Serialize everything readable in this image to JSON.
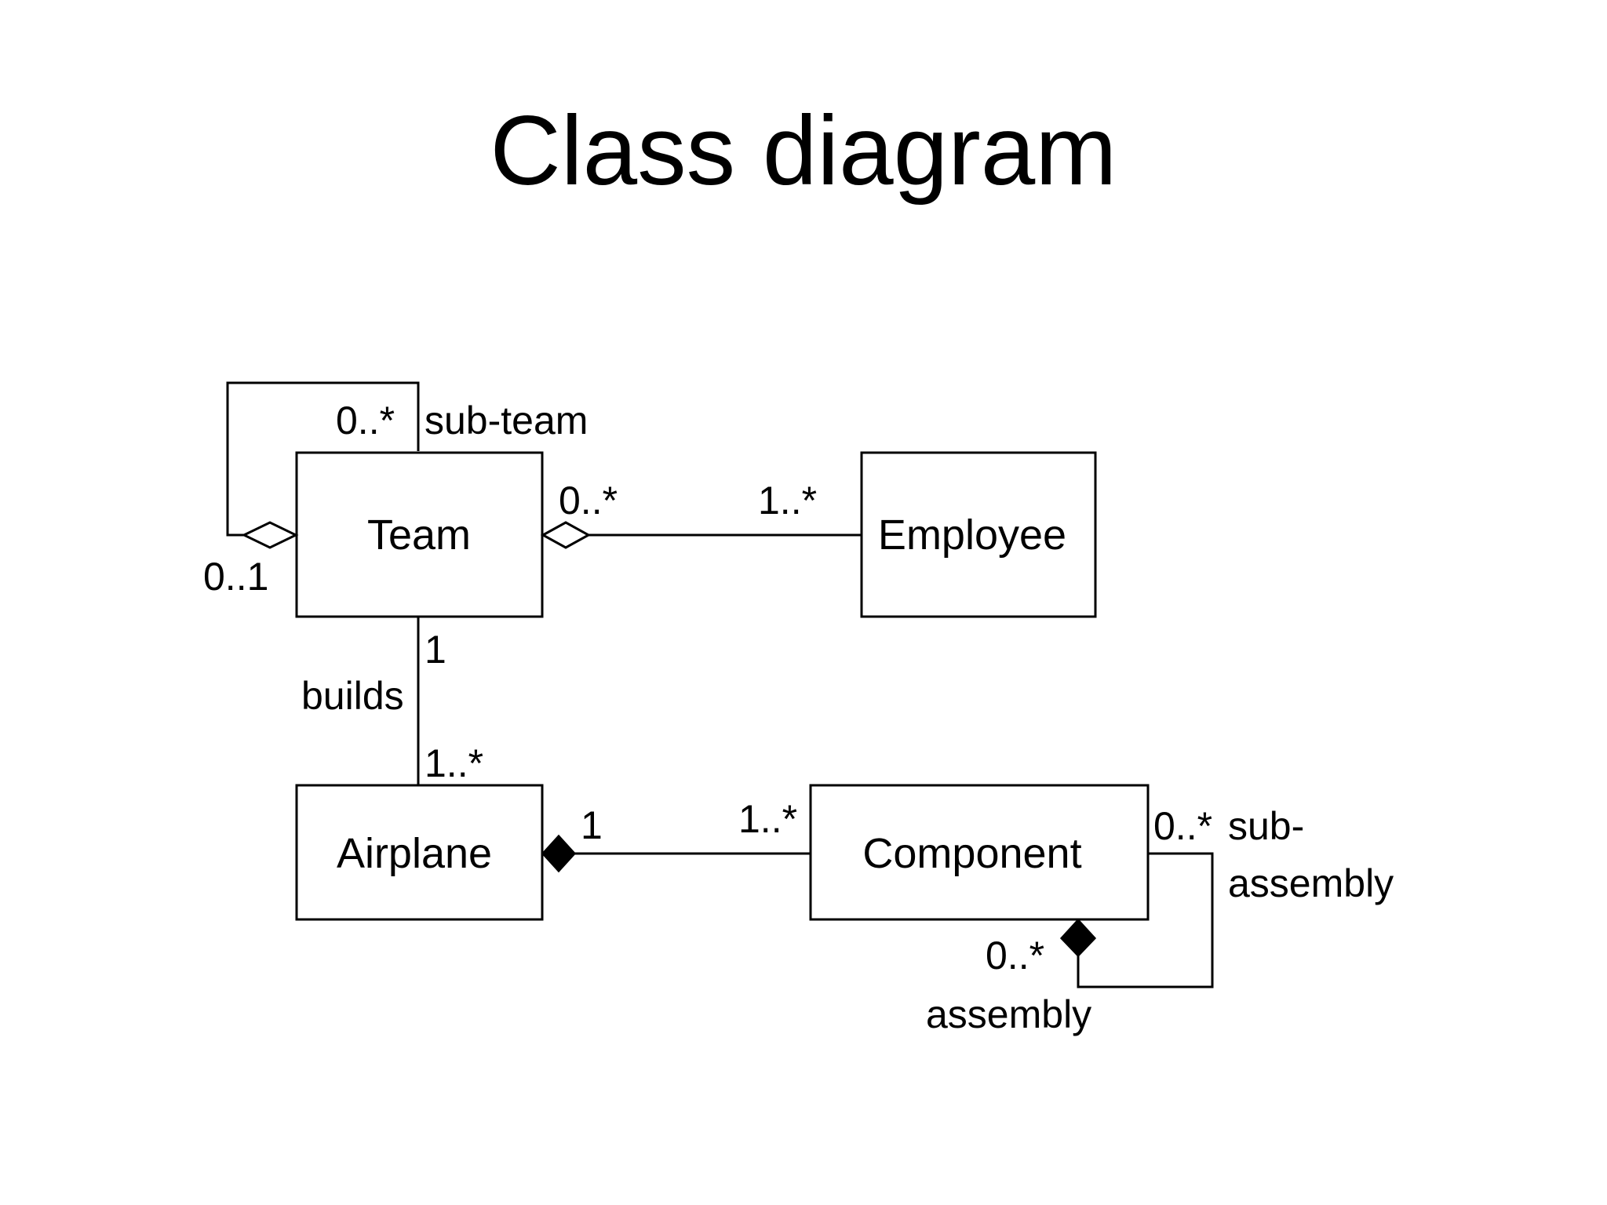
{
  "title": "Class diagram",
  "classes": {
    "team": "Team",
    "employee": "Employee",
    "airplane": "Airplane",
    "component": "Component"
  },
  "associations": {
    "team_subteam": {
      "whole_multiplicity": "0..1",
      "part_multiplicity": "0..*",
      "role": "sub-team",
      "kind": "aggregation"
    },
    "team_employee": {
      "team_multiplicity": "0..*",
      "employee_multiplicity": "1..*",
      "kind": "aggregation"
    },
    "team_airplane": {
      "team_multiplicity": "1",
      "airplane_multiplicity": "1..*",
      "name": "builds",
      "kind": "association"
    },
    "airplane_component": {
      "airplane_multiplicity": "1",
      "component_multiplicity": "1..*",
      "kind": "composition"
    },
    "component_subassembly": {
      "sub_multiplicity": "0..*",
      "sub_role_line1": "sub-",
      "sub_role_line2": "assembly",
      "assembly_multiplicity": "0..*",
      "assembly_role": "assembly",
      "kind": "composition"
    }
  }
}
